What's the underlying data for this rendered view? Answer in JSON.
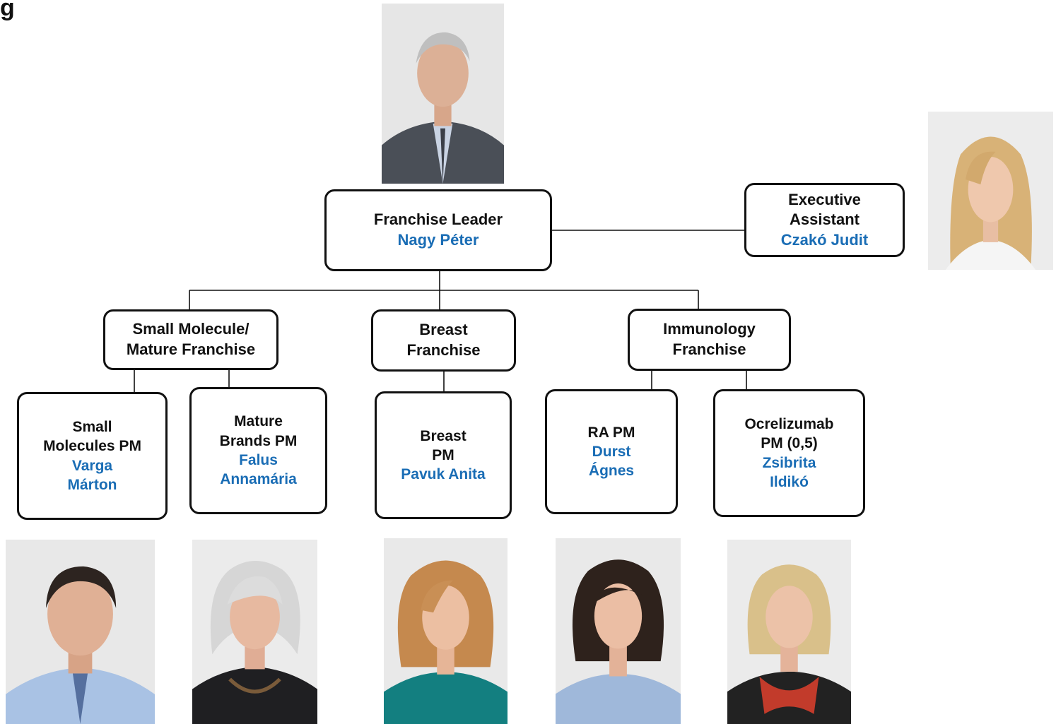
{
  "corner_glyph": "g",
  "leader": {
    "role": "Franchise Leader",
    "name": "Nagy Péter"
  },
  "assistant": {
    "role": "Executive\nAssistant",
    "name": "Czakó Judit"
  },
  "franchises": [
    {
      "label": "Small Molecule/\nMature Franchise"
    },
    {
      "label": "Breast\nFranchise"
    },
    {
      "label": "Immunology\nFranchise"
    }
  ],
  "managers": [
    {
      "role": "Small\nMolecules PM",
      "name": "Varga\nMárton"
    },
    {
      "role": "Mature\nBrands PM",
      "name": "Falus\nAnnamária"
    },
    {
      "role": "Breast\nPM",
      "name": "Pavuk Anita"
    },
    {
      "role": "RA PM",
      "name": "Durst\nÁgnes"
    },
    {
      "role": "Ocrelizumab\nPM (0,5)",
      "name": "Zsibrita\nIldikó"
    }
  ],
  "colors": {
    "name_blue": "#1a6db5",
    "border": "#111111",
    "photo_bg": "#e9e9e9"
  }
}
